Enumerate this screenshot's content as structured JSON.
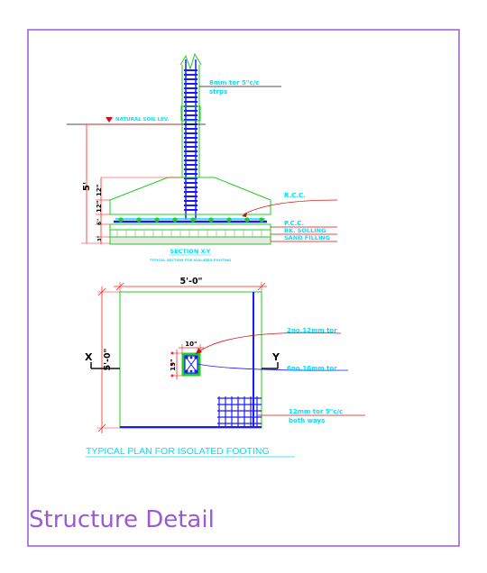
{
  "colors": {
    "frame": "#9b59d6",
    "annotation": "#00e0ff",
    "rebar": "#1a1aff",
    "concrete": "#22cc22",
    "dimension": "#ff2222",
    "leader": "#111111"
  },
  "section": {
    "stirrup_note": "8mm tor 5\"c/c",
    "stirrup_note_2": "strps",
    "ngl_label": "NATURAL SOIL LEV.",
    "depth_dim": "5'",
    "dim_12a": "12\"",
    "dim_12b": "12\"",
    "dim_12c": "6\"",
    "dim_3": "3\"",
    "rcc_label": "R.C.C.",
    "pcc_label": "P.C.C.",
    "soling_label": "BK. SOLLING",
    "sand_label": "SAND FILLING",
    "title": "SECTION X-Y",
    "subtitle": "TYPICAL SECTION FOR ISOLATED FOOTING"
  },
  "plan": {
    "width_dim": "5'-0\"",
    "height_dim": "5'-0\"",
    "col_width_dim": "10\"",
    "col_height_dim": "15\"",
    "x_label": "X",
    "y_label": "Y",
    "note_column_bars": "2no.12mm tor",
    "note_corner_bars": "6no.16mm tor",
    "note_mesh": "12mm tor 5\"c/c",
    "note_mesh_2": "both ways",
    "title": "TYPICAL PLAN FOR ISOLATED FOOTING"
  },
  "sheet_title": "Structure  Detail"
}
